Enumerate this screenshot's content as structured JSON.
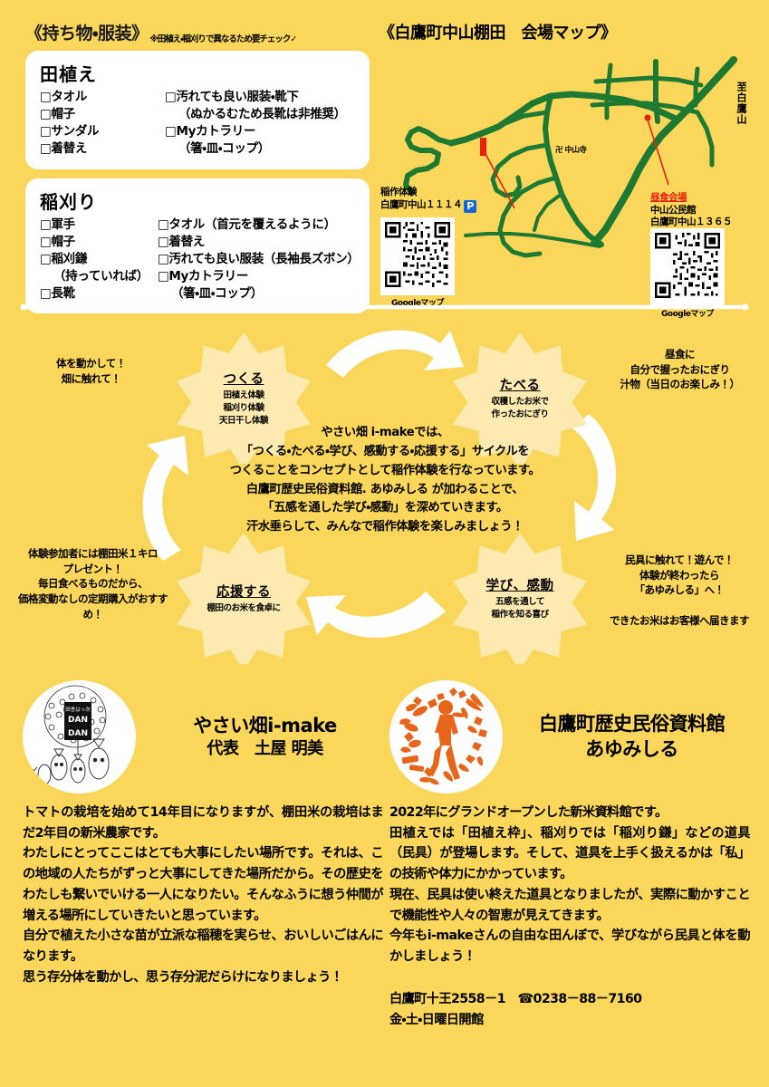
{
  "colors": {
    "background": "#FAD75A",
    "card": "#FFFFFF",
    "star": "#FCEAB0",
    "road": "#1E7A32",
    "accent_red": "#E8210E",
    "orange": "#E8651A",
    "parking_blue": "#1565D8"
  },
  "checklist": {
    "heading": "《持ち物・服装》",
    "note": "※田植え・稲刈りで異なるため要チェック✓",
    "groups": [
      {
        "title": "田植え",
        "left_items": [
          "□タオル",
          "□帽子",
          "□サンダル",
          "□着替え"
        ],
        "right_items": [
          {
            "text": "□汚れても良い服装・靴下",
            "indent": false
          },
          {
            "text": "（ぬかるむため長靴は非推奨）",
            "indent": true
          },
          {
            "text": "□Myカトラリー",
            "indent": false
          },
          {
            "text": "（箸・皿・コップ）",
            "indent": true
          }
        ]
      },
      {
        "title": "稲刈り",
        "left_items": [
          "□軍手",
          "□帽子",
          "□稲刈鎌",
          "（持っていれば）",
          "□長靴"
        ],
        "right_items": [
          {
            "text": "□タオル（首元を覆えるように）",
            "indent": false
          },
          {
            "text": "□着替え",
            "indent": false
          },
          {
            "text": "□汚れても良い服装（長袖長ズボン）",
            "indent": false
          },
          {
            "text": "□Myカトラリー",
            "indent": false
          },
          {
            "text": "（箸・皿・コップ）",
            "indent": true
          }
        ]
      }
    ]
  },
  "map": {
    "title": "《白鷹町中山棚田　会場マップ》",
    "direction_label": "至白鷹山",
    "temple_label": "中山寺",
    "poi_left": {
      "name": "稲作体験",
      "address": "白鷹町中山１１１４",
      "parking_mark": "P",
      "qr_caption": "Googleマップ"
    },
    "poi_right": {
      "red_label": "昼食会場",
      "name": "中山公民館",
      "address": "白鷹町中山１３６５",
      "qr_caption": "Googleマップ"
    }
  },
  "cycle": {
    "stars": [
      {
        "title": "つくる",
        "sub": "田植え体験\n稲刈り体験\n天日干し体験"
      },
      {
        "title": "たべる",
        "sub": "収穫したお米で\n作ったおにぎり"
      },
      {
        "title": "応援する",
        "sub": "棚田のお米を食卓に"
      },
      {
        "title": "学び、感動",
        "sub": "五感を通して\n稲作を知る喜び"
      }
    ],
    "center_text": "やさい畑 i-makeでは、\n「つくる・たべる・学び、感動する・応援する」サイクルを\nつくることをコンセプトとして稲作体験を行なっています。\n白鷹町歴史民俗資料館. あゆみしる が加わることで、\n「五感を通した学び・感動」を深めていきます。\n汗水垂らして、みんなで稲作体験を楽しみましょう！",
    "note_top_left": "体を動かして！\n畑に触れて！",
    "note_top_right": "昼食に\n自分で握ったおにぎり\n汁物（当日のお楽しみ！）",
    "note_bottom_left": "体験参加者には棚田米１キロ\nプレゼント！\n毎日食べるものだから、\n価格変動なしの定期購入がおすすめ！",
    "note_bottom_right": "民具に触れて！遊んで！\n体験が終わったら\n「あゆみしる」へ！\n\nできたお米はお客様へ届きます"
  },
  "bottom": {
    "left": {
      "logo_text_top": "田舎はっ次",
      "logo_text_main": "DAN\nDAN",
      "title": "やさい畑i-make",
      "subtitle": "代表　土屋 明美",
      "body": "トマトの栽培を始めて14年目になりますが、棚田米の栽培はまだ2年目の新米農家です。\nわたしにとってここはとても大事にしたい場所です。それは、この地域の人たちがずっと大事にしてきた場所だから。その歴史をわたしも繋いでいける一人になりたい。そんなふうに想う仲間が増える場所にしていきたいと思っています。\n自分で植えた小さな苗が立派な稲穂を実らせ、おいしいごはんになります。\n思う存分体を動かし、思う存分泥だらけになりましょう！"
    },
    "right": {
      "title": "白鷹町歴史民俗資料館",
      "subtitle": "あゆみしる",
      "body": "2022年にグランドオープンした新米資料館です。\n田植えでは「田植え枠」、稲刈りでは「稲刈り鎌」などの道具（民具）が登場します。そして、道具を上手く扱えるかは「私」の技術や体力にかかっています。\n現在、民具は使い終えた道具となりましたが、実際に動かすことで機能性や人々の智恵が見えてきます。\n今年もi-makeさんの自由な田んぼで、学びながら民具と体を動かしましょう！",
      "contact_line1": "白鷹町十王2558－1　☎0238－88－7160",
      "contact_line2": "金・土・日曜日開館"
    }
  }
}
